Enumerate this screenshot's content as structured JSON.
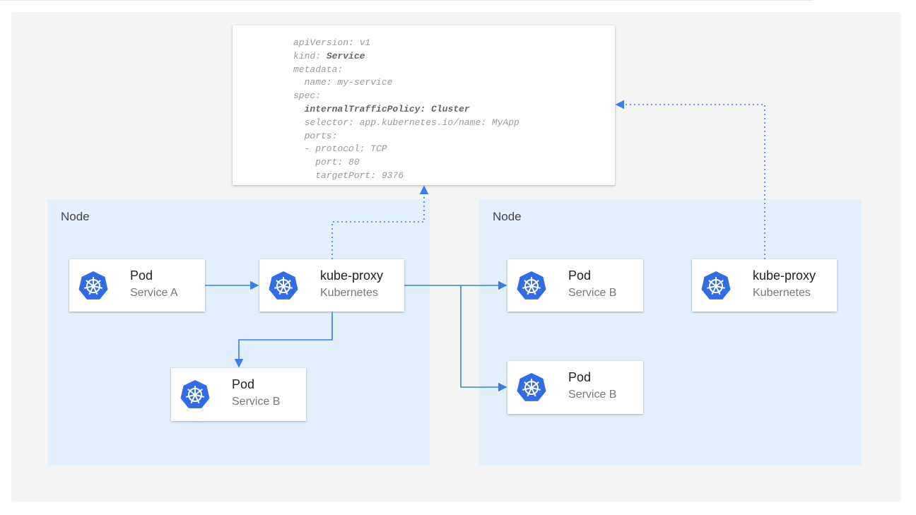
{
  "colors": {
    "arrow": "#3d7ee8",
    "node_bg": "#e3f0fc",
    "icon": "#326ce5"
  },
  "yaml": {
    "lines": [
      "apiVersion: v1",
      "kind: ",
      "metadata:",
      "  name: my-service",
      "spec:",
      "  ",
      "  selector: app.kubernetes.io/name: MyApp",
      "  ports:",
      "  - protocol: TCP",
      "    port: 80",
      "    targetPort: 9376"
    ],
    "kind_value": "Service",
    "policy_line": "internalTrafficPolicy: Cluster"
  },
  "nodes": [
    {
      "label": "Node"
    },
    {
      "label": "Node"
    }
  ],
  "cards": [
    {
      "title": "Pod",
      "subtitle": "Service A",
      "icon": "kubernetes-icon"
    },
    {
      "title": "kube-proxy",
      "subtitle": "Kubernetes",
      "icon": "kubernetes-icon"
    },
    {
      "title": "Pod",
      "subtitle": "Service B",
      "icon": "kubernetes-icon"
    },
    {
      "title": "Pod",
      "subtitle": "Service B",
      "icon": "kubernetes-icon"
    },
    {
      "title": "kube-proxy",
      "subtitle": "Kubernetes",
      "icon": "kubernetes-icon"
    },
    {
      "title": "Pod",
      "subtitle": "Service B",
      "icon": "kubernetes-icon"
    }
  ]
}
